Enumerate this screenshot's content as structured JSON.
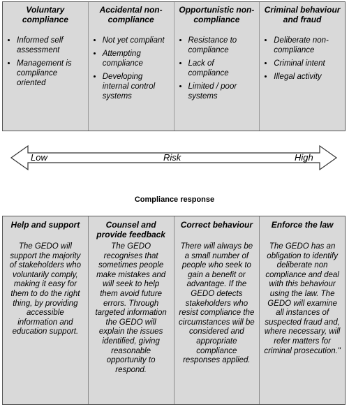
{
  "compliance_types": [
    {
      "title": "Voluntary compliance",
      "items": [
        "Informed self assessment",
        "Management is compliance oriented"
      ]
    },
    {
      "title": "Accidental non-compliance",
      "items": [
        "Not yet compliant",
        "Attempting compliance",
        "Developing internal control systems"
      ]
    },
    {
      "title": "Opportunistic non-compliance",
      "items": [
        "Resistance to compliance",
        "Lack of compliance",
        "Limited / poor systems"
      ]
    },
    {
      "title": "Criminal behaviour and fraud",
      "items": [
        "Deliberate non-compliance",
        "Criminal intent",
        "Illegal activity"
      ]
    }
  ],
  "risk_scale": {
    "low_label": "Low",
    "center_label": "Risk",
    "high_label": "High"
  },
  "response_title": "Compliance response",
  "responses": [
    {
      "title": "Help and support",
      "body": "The GEDO will support the majority of stakeholders who voluntarily comply, making it easy for them to do the right thing, by providing accessible information and education support."
    },
    {
      "title": "Counsel and provide feedback",
      "body": "The GEDO recognises that sometimes people make mistakes and will seek to help them avoid future errors. Through targeted information the GEDO will explain the issues identified, giving reasonable opportunity to respond."
    },
    {
      "title": "Correct behaviour",
      "body": "There will always be a small number of people who seek to gain a benefit or advantage. If the GEDO detects stakeholders who resist compliance the circumstances will be considered and appropriate compliance responses applied."
    },
    {
      "title": "Enforce the law",
      "body": "The GEDO has an obligation to identify deliberate non compliance and deal with this behaviour using the law. The GEDO will examine all instances of suspected fraud and, where necessary, will refer matters for criminal prosecution.\""
    }
  ]
}
